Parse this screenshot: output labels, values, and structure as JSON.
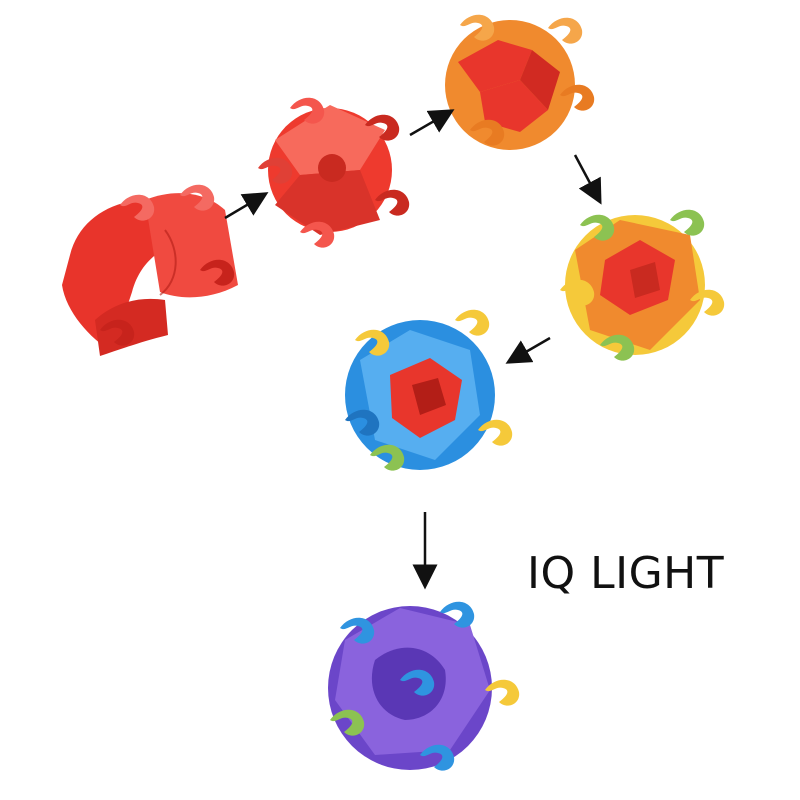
{
  "title": "IQ LIGHT",
  "steps": [
    {
      "id": "step-1",
      "palette": [
        "#e8342b",
        "#f4564d",
        "#c7231c"
      ]
    },
    {
      "id": "step-2",
      "palette": [
        "#ee3a2e",
        "#f76a5c",
        "#c92a20"
      ]
    },
    {
      "id": "step-3",
      "palette": [
        "#f08a2e",
        "#f5a64a",
        "#e8362c"
      ]
    },
    {
      "id": "step-4",
      "palette": [
        "#f5c93a",
        "#8cc252",
        "#e8362c"
      ]
    },
    {
      "id": "step-5",
      "palette": [
        "#2b8fe0",
        "#56aef0",
        "#e8362c"
      ]
    },
    {
      "id": "step-6",
      "palette": [
        "#6b46c9",
        "#8a63dd",
        "#2f94e0"
      ]
    }
  ],
  "arrow_color": "#111111"
}
